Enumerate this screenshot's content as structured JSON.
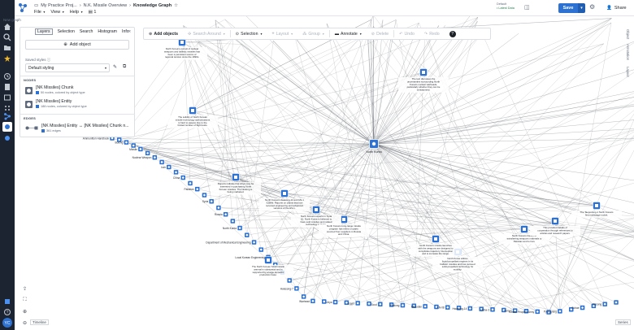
{
  "header": {
    "breadcrumb_project": "My Practice Proj...",
    "breadcrumb_folder": "N.K. Missile Overview",
    "title": "Knowledge Graph",
    "menus": [
      "File",
      "View",
      "Help"
    ],
    "page_count": "1",
    "subtitle": "New graph",
    "branch_name": "Default",
    "branch_status": "• Latest Data",
    "save_label": "Save",
    "share_label": "Share"
  },
  "toolbar": {
    "add_objects": "Add objects",
    "search_around": "Search Around",
    "selection": "Selection",
    "layout": "Layout",
    "group": "Group",
    "annotate": "Annotate",
    "delete": "Delete",
    "undo": "Undo",
    "redo": "Redo"
  },
  "panel": {
    "tabs": [
      "Layers",
      "Selection",
      "Search",
      "Histogram",
      "Info"
    ],
    "active_tab": "Layers",
    "add_object_label": "Add object",
    "saved_styles_label": "Saved styles",
    "styling_value": "Default styling",
    "nodes_header": "NODES",
    "edges_header": "EDGES",
    "layers": [
      {
        "name": "[NK Missiles] Chunk",
        "sub": "50 nodes, colored by object type"
      },
      {
        "name": "[NK Missiles] Entity",
        "sub": "188 nodes, colored by object type"
      }
    ],
    "edges": [
      {
        "name": "[NK Missiles] Entity ↔ [NK Missiles] Chunk n...",
        "sub": "361 edges"
      }
    ]
  },
  "right_tabs": [
    "Object",
    "Annotation",
    "Layout"
  ],
  "bottom": {
    "timeline": "Timeline",
    "series": "Series"
  },
  "graph": {
    "hub_label": "North Korea",
    "entity_labels": [
      "Ammunition Handbook",
      "Boeing",
      "Missile",
      "Nuclear Weapon",
      "Iran",
      "China",
      "Pakistan",
      "Syria",
      "Russia",
      "North Korea",
      "Department of Mechanical Engineering",
      "Local Korean Engineering",
      "Taepodong-1",
      "Hwasong-7",
      "Warhead",
      "Libya",
      "Egypt",
      "Scud",
      "Rodong",
      "Musudan",
      "KN-08",
      "Hwasong-14",
      "Unha-3",
      "Yemen",
      "Korean People's Army",
      "Pyongyang",
      "Sohae",
      "Kusong",
      "Sinpo",
      "Nodong-1",
      "Hwasong-15",
      "Kim Jong Un",
      "SK-1",
      "SK-4"
    ],
    "chunk_snippets": [
      "North Korea's pursuit of nuclear weapons and ballistic missiles has been a persistent source of regional tension since the 1990s.",
      "The solidity of North Korean missile technology authorizations is hard to assess due to the limited number of flight tests.",
      "The text discusses the uncertainties surrounding North Korea's nuclear warheads, particularly whether they can be miniaturized.",
      "Reports indicate that Libya may be interested in purchasing North Korean missiles. The Nodong is being marketed.",
      "North Korea's Hwasong-14 and HS-1 ICBMs: Reports on claims that Iran received engineering and advanced versions of the HS-1.",
      "North Korea's experts in Syria (1). North Korea is believed to have sold missiles and related technology to Syria.",
      "North Korea's long-range missile program has relied on parts sourced from suppliers in Russia and China.",
      "North Korea's missile launches with the weapons are designed to complicate trajectory interception and to increase the range.",
      "North Korea utilizes liquid-propellant engines in its ballistic missiles and has pursued solid-propellant technology for mobility.",
      "North Korea's history of transferring weapons materials to Pakistan and to Iran.",
      "The Taepodong-1 North Korea's first multistage rocket.",
      "This provided details of cooperation through references to articles and research papers.",
      "The North Korean Scud missile arsenal is substantial and is supported by a large domestic production base."
    ]
  }
}
